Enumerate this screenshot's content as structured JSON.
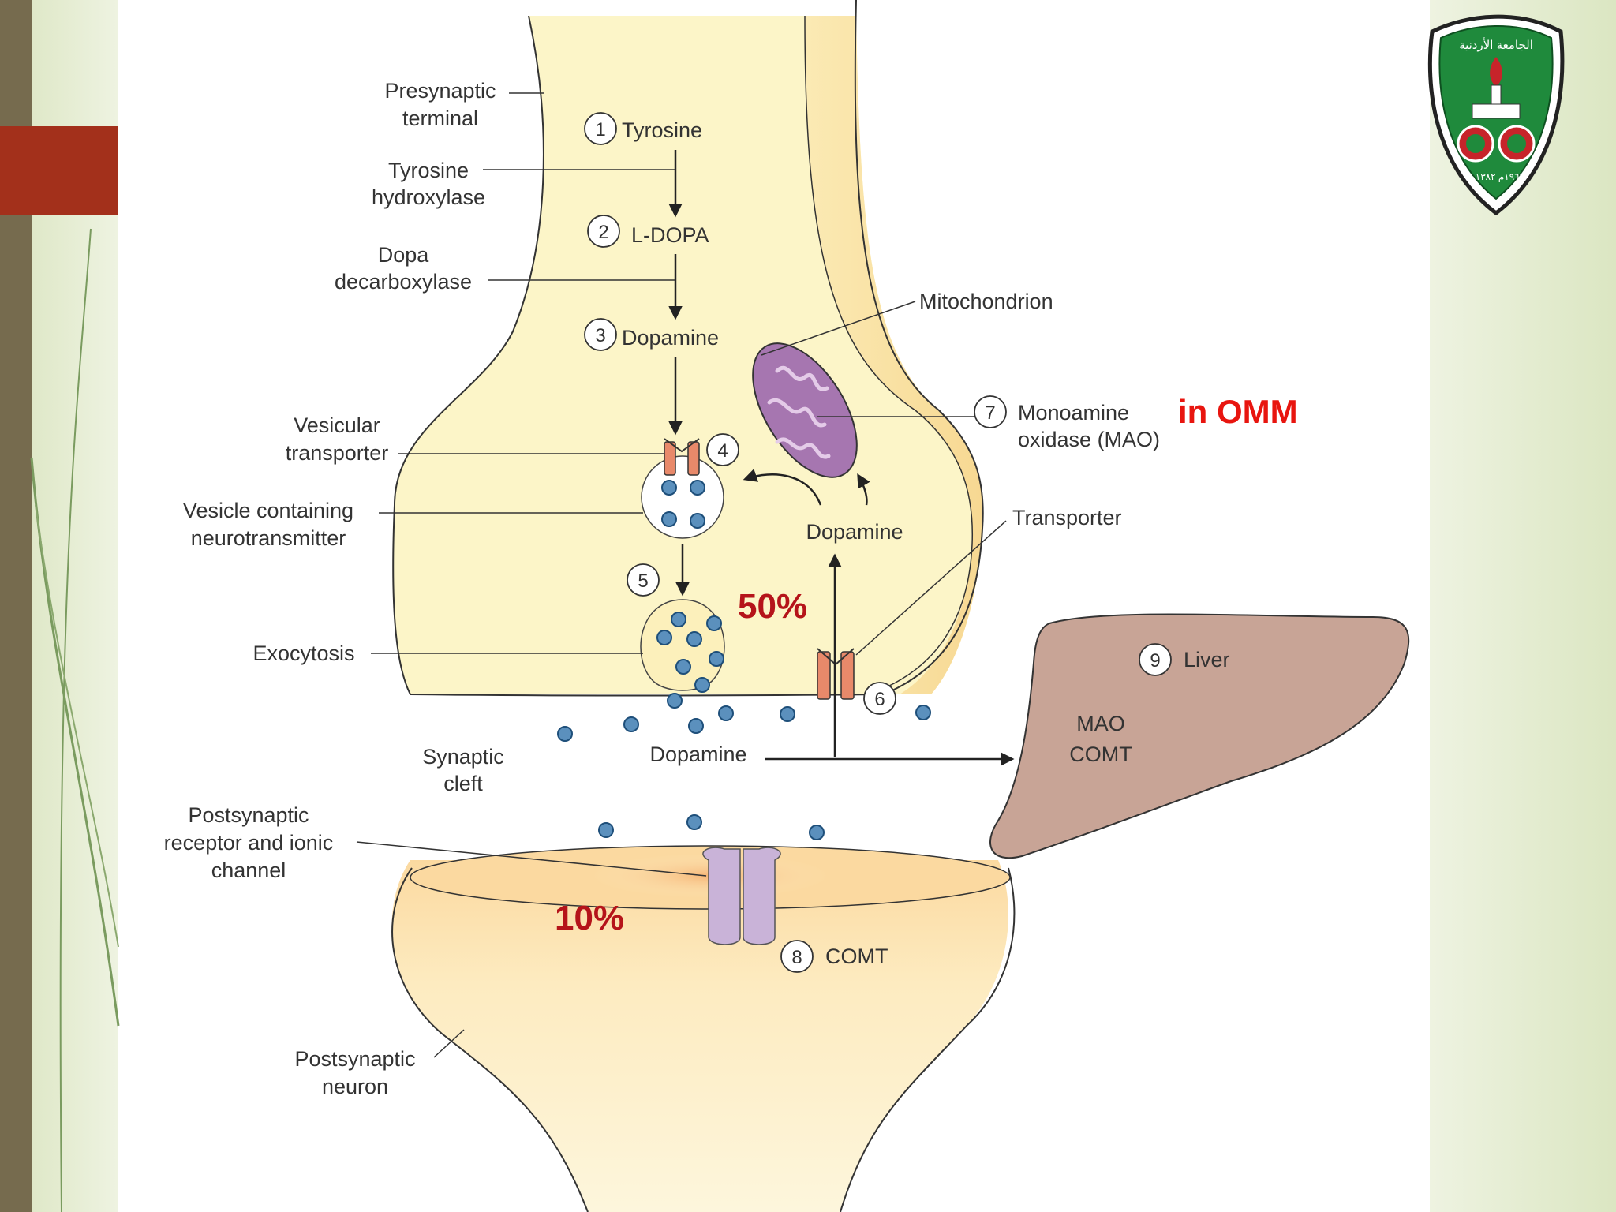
{
  "labels": {
    "presynaptic_terminal": [
      "Presynaptic",
      "terminal"
    ],
    "tyrosine_hydroxylase": [
      "Tyrosine",
      "hydroxylase"
    ],
    "dopa_decarboxylase": [
      "Dopa",
      "decarboxylase"
    ],
    "vesicular_transporter": [
      "Vesicular",
      "transporter"
    ],
    "vesicle_containing": [
      "Vesicle containing",
      "neurotransmitter"
    ],
    "exocytosis": "Exocytosis",
    "synaptic_cleft": [
      "Synaptic",
      "cleft"
    ],
    "postsynaptic_receptor": [
      "Postsynaptic",
      "receptor and ionic",
      "channel"
    ],
    "postsynaptic_neuron": [
      "Postsynaptic",
      "neuron"
    ],
    "mitochondrion": "Mitochondrion",
    "mao": [
      "Monoamine",
      "oxidase (MAO)"
    ],
    "transporter": "Transporter",
    "dopamine_inside": "Dopamine",
    "dopamine_cleft": "Dopamine",
    "liver": "Liver",
    "liver_enzymes": [
      "MAO",
      "COMT"
    ],
    "comt": "COMT"
  },
  "steps": {
    "s1": {
      "num": "1",
      "label": "Tyrosine"
    },
    "s2": {
      "num": "2",
      "label": "L-DOPA"
    },
    "s3": {
      "num": "3",
      "label": "Dopamine"
    },
    "s4": {
      "num": "4"
    },
    "s5": {
      "num": "5"
    },
    "s6": {
      "num": "6"
    },
    "s7": {
      "num": "7"
    },
    "s8": {
      "num": "8"
    },
    "s9": {
      "num": "9"
    }
  },
  "annotations": {
    "omm": "in OMM",
    "fifty": "50%",
    "ten": "10%"
  },
  "colors": {
    "terminal_fill": "#fcf5c8",
    "accent_red": "#e8150f",
    "annotation_dark_red": "#b5141a",
    "liver_fill": "#c8a496",
    "mito_fill": "#a676b0",
    "transporter_fill": "#e8896a",
    "receptor_fill": "#c9b3d8",
    "vesicle_dot": "#5b90bd",
    "logo_green": "#1f8a3c",
    "logo_red": "#c7242a",
    "slide_accent": "#a3301b",
    "slide_stripe": "#766b4e"
  },
  "logo": {
    "icon": "university-of-jordan-seal",
    "text_top": "الجامعة الأردنية",
    "text_bottom": "١٩٦٢م ١٣٨٢هـ"
  }
}
